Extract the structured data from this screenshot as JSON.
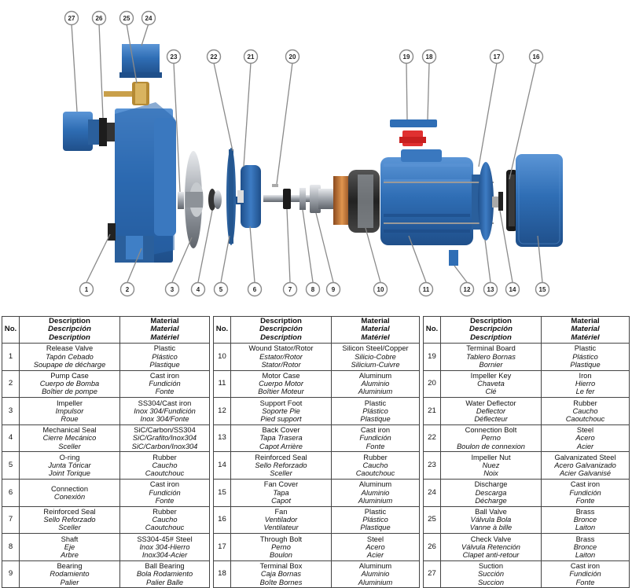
{
  "callouts": [
    "27",
    "26",
    "25",
    "24",
    "23",
    "22",
    "21",
    "20",
    "19",
    "18",
    "17",
    "16",
    "1",
    "2",
    "3",
    "4",
    "5",
    "6",
    "7",
    "8",
    "9",
    "10",
    "11",
    "12",
    "13",
    "14",
    "15"
  ],
  "colors": {
    "body_blue": "#2f6eb5",
    "body_dark": "#1f4f8a",
    "body_light": "#5b95d6",
    "red": "#e03030",
    "copper": "#c9783a",
    "steel": "#b8bcc2",
    "bronze": "#c9a04a"
  },
  "table_headers": {
    "no": "No.",
    "description": [
      "Description",
      "Descripción",
      "Description"
    ],
    "material": [
      "Material",
      "Material",
      "Matériel"
    ]
  },
  "tables": [
    [
      {
        "no": "1",
        "desc": [
          "Release Valve",
          "Tapón Cebado",
          "Soupape de décharge"
        ],
        "mat": [
          "Plastic",
          "Plástico",
          "Plastique"
        ]
      },
      {
        "no": "2",
        "desc": [
          "Pump Case",
          "Cuerpo de Bomba",
          "Boîtier de pompe"
        ],
        "mat": [
          "Cast iron",
          "Fundición",
          "Fonte"
        ]
      },
      {
        "no": "3",
        "desc": [
          "Impeller",
          "Impulsor",
          "Roue"
        ],
        "mat": [
          "SS304/Cast iron",
          "Inox 304/Fundición",
          "Inox 304/Fonte"
        ]
      },
      {
        "no": "4",
        "desc": [
          "Mechanical Seal",
          "Cierre Mecánico",
          "Sceller"
        ],
        "mat": [
          "SiC/Carbon/SS304",
          "SiC/Grafito/Inox304",
          "SiC/Carbon/Inox304"
        ]
      },
      {
        "no": "5",
        "desc": [
          "O-ring",
          "Junta Tóricar",
          "Joint Torique"
        ],
        "mat": [
          "Rubber",
          "Caucho",
          "Caoutchouc"
        ]
      },
      {
        "no": "6",
        "desc": [
          "Connection",
          "Conexión",
          ""
        ],
        "mat": [
          "Cast iron",
          "Fundición",
          "Fonte"
        ]
      },
      {
        "no": "7",
        "desc": [
          "Reinforced Seal",
          "Sello Reforzado",
          "Sceller"
        ],
        "mat": [
          "Rubber",
          "Caucho",
          "Caoutchouc"
        ]
      },
      {
        "no": "8",
        "desc": [
          "Shaft",
          "Eje",
          "Arbre"
        ],
        "mat": [
          "SS304-45# Steel",
          "Inox 304-Hierro",
          "Inox304-Acier"
        ]
      },
      {
        "no": "9",
        "desc": [
          "Bearing",
          "Rodamiento",
          "Palier"
        ],
        "mat": [
          "Ball Bearing",
          "Bola Rodamiento",
          "Palier Balle"
        ]
      }
    ],
    [
      {
        "no": "10",
        "desc": [
          "Wound Stator/Rotor",
          "Estator/Rotor",
          "Stator/Rotor"
        ],
        "mat": [
          "Silicon Steel/Copper",
          "Silicio-Cobre",
          "Silicium-Cuivre"
        ]
      },
      {
        "no": "11",
        "desc": [
          "Motor Case",
          "Cuerpo Motor",
          "Boîtier Moteur"
        ],
        "mat": [
          "Aluminum",
          "Aluminio",
          "Aluminium"
        ]
      },
      {
        "no": "12",
        "desc": [
          "Support Foot",
          "Soporte Pie",
          "Pied support"
        ],
        "mat": [
          "Plastic",
          "Plástico",
          "Plastique"
        ]
      },
      {
        "no": "13",
        "desc": [
          "Back Cover",
          "Tapa Trasera",
          "Capot Arrière"
        ],
        "mat": [
          "Cast iron",
          "Fundición",
          "Fonte"
        ]
      },
      {
        "no": "14",
        "desc": [
          "Reinforced Seal",
          "Sello Reforzado",
          "Sceller"
        ],
        "mat": [
          "Rubber",
          "Caucho",
          "Caoutchouc"
        ]
      },
      {
        "no": "15",
        "desc": [
          "Fan Cover",
          "Tapa",
          "Capot"
        ],
        "mat": [
          "Aluminum",
          "Aluminio",
          "Aluminium"
        ]
      },
      {
        "no": "16",
        "desc": [
          "Fan",
          "Ventilador",
          "Ventilateur"
        ],
        "mat": [
          "Plastic",
          "Plástico",
          "Plastique"
        ]
      },
      {
        "no": "17",
        "desc": [
          "Through Bolt",
          "Perno",
          "Boulon"
        ],
        "mat": [
          "Steel",
          "Acero",
          "Acier"
        ]
      },
      {
        "no": "18",
        "desc": [
          "Terminal Box",
          "Caja Bornas",
          "Boîte Bornes"
        ],
        "mat": [
          "Aluminum",
          "Aluminio",
          "Aluminium"
        ]
      }
    ],
    [
      {
        "no": "19",
        "desc": [
          "Terminal Board",
          "Tablero Bornas",
          "Bornier"
        ],
        "mat": [
          "Plastic",
          "Plástico",
          "Plastique"
        ]
      },
      {
        "no": "20",
        "desc": [
          "Impeller Key",
          "Chaveta",
          "Clé"
        ],
        "mat": [
          "Iron",
          "Hierro",
          "Le fer"
        ]
      },
      {
        "no": "21",
        "desc": [
          "Water Deflector",
          "Deflector",
          "Déflecteur"
        ],
        "mat": [
          "Rubber",
          "Caucho",
          "Caoutchouc"
        ]
      },
      {
        "no": "22",
        "desc": [
          "Connection Bolt",
          "Perno",
          "Boulon de connexion"
        ],
        "mat": [
          "Steel",
          "Acero",
          "Acier"
        ]
      },
      {
        "no": "23",
        "desc": [
          "Impeller Nut",
          "Nuez",
          "Noix"
        ],
        "mat": [
          "Galvanizated Steel",
          "Acero Galvanizado",
          "Acier Galvanisé"
        ]
      },
      {
        "no": "24",
        "desc": [
          "Discharge",
          "Descarga",
          "Décharge"
        ],
        "mat": [
          "Cast iron",
          "Fundición",
          "Fonte"
        ]
      },
      {
        "no": "25",
        "desc": [
          "Ball Valve",
          "Válvula Bola",
          "Vanne à bille"
        ],
        "mat": [
          "Brass",
          "Bronce",
          "Laiton"
        ]
      },
      {
        "no": "26",
        "desc": [
          "Check Valve",
          "Válvula Retención",
          "Clapet anti-retour"
        ],
        "mat": [
          "Brass",
          "Bronce",
          "Laiton"
        ]
      },
      {
        "no": "27",
        "desc": [
          "Suction",
          "Succión",
          "Succion"
        ],
        "mat": [
          "Cast iron",
          "Fundición",
          "Fonte"
        ]
      }
    ]
  ]
}
